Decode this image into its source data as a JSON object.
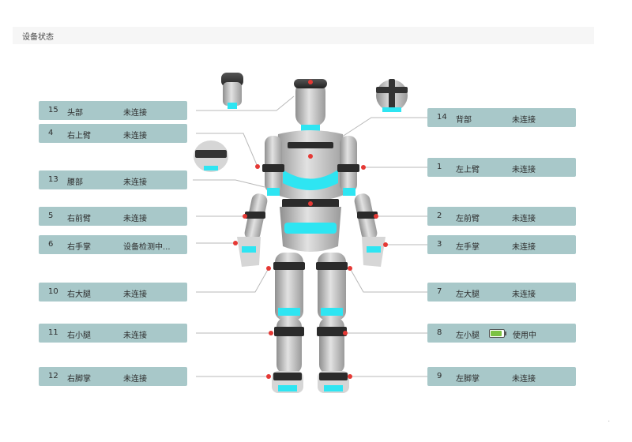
{
  "header": {
    "title": "设备状态"
  },
  "slots_left": [
    {
      "num": "15",
      "part": "头部",
      "status": "未连接"
    },
    {
      "num": "4",
      "part": "右上臂",
      "status": "未连接"
    },
    {
      "num": "13",
      "part": "腰部",
      "status": "未连接"
    },
    {
      "num": "5",
      "part": "右前臂",
      "status": "未连接"
    },
    {
      "num": "6",
      "part": "右手掌",
      "status": "设备检测中..."
    },
    {
      "num": "10",
      "part": "右大腿",
      "status": "未连接"
    },
    {
      "num": "11",
      "part": "右小腿",
      "status": "未连接"
    },
    {
      "num": "12",
      "part": "右脚掌",
      "status": "未连接"
    }
  ],
  "slots_right": [
    {
      "num": "14",
      "part": "背部",
      "status": "未连接"
    },
    {
      "num": "1",
      "part": "左上臂",
      "status": "未连接"
    },
    {
      "num": "2",
      "part": "左前臂",
      "status": "未连接"
    },
    {
      "num": "3",
      "part": "左手掌",
      "status": "未连接"
    },
    {
      "num": "7",
      "part": "左大腿",
      "status": "未连接"
    },
    {
      "num": "8",
      "part": "左小腿",
      "status": "使用中",
      "battery_level": 0.85
    },
    {
      "num": "9",
      "part": "左脚掌",
      "status": "未连接"
    }
  ],
  "colors": {
    "slot_bg": "#a8c8c9",
    "accent": "#2ee5f2",
    "sensor": "#e53935",
    "battery": "#7cc242"
  },
  "corner_mark": "."
}
